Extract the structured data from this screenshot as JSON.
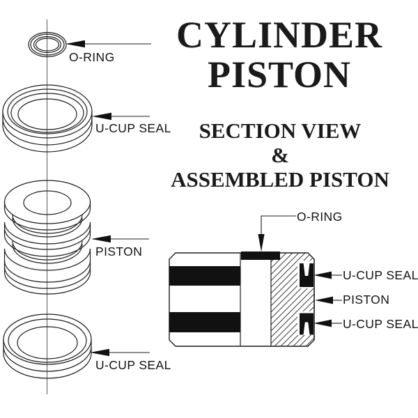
{
  "background": "#ffffff",
  "line_color": "#1c1c1c",
  "fill_color": "#111111",
  "title": {
    "line1": "CYLINDER",
    "line2": "PISTON"
  },
  "subtitle": {
    "line1": "SECTION VIEW",
    "line2": "&",
    "line3": "ASSEMBLED PISTON"
  },
  "exploded_view": {
    "labels": {
      "oring": "O-RING",
      "ucup_top": "U-CUP SEAL",
      "piston": "PISTON",
      "ucup_bottom": "U-CUP SEAL"
    }
  },
  "section_view": {
    "labels": {
      "oring": "O-RING",
      "ucup_top": "U-CUP SEAL",
      "piston": "PISTON",
      "ucup_bottom": "U-CUP SEAL"
    }
  }
}
